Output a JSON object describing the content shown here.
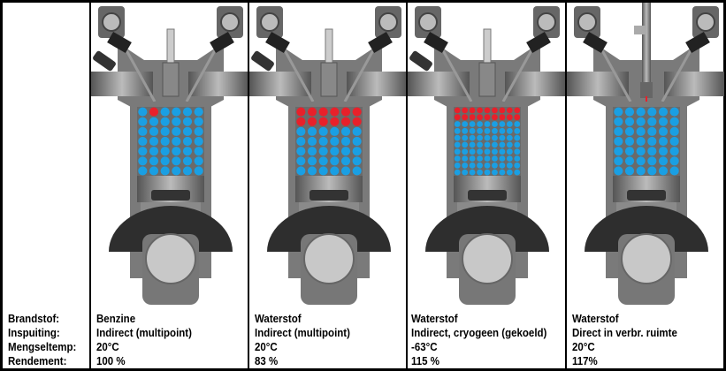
{
  "labels": [
    "Brandstof:",
    "Inspuiting:",
    "Mengseltemp:",
    "Rendement:"
  ],
  "colors": {
    "air": "#1a9fe3",
    "fuel": "#e8202a",
    "metal": "#7a7a7a",
    "dark": "#2e2e2e"
  },
  "columns": [
    {
      "brandstof": "Benzine",
      "inspuiting": "Indirect (multipoint)",
      "mengseltemp": "20°C",
      "rendement": "100 %",
      "grid_cols": 6,
      "grid_rows": 7,
      "fuel_rows": 0,
      "fuel_single": true,
      "side_injector": true,
      "top_injector": false
    },
    {
      "brandstof": "Waterstof",
      "inspuiting": "Indirect (multipoint)",
      "mengseltemp": "20°C",
      "rendement": "83 %",
      "grid_cols": 6,
      "grid_rows": 7,
      "fuel_rows": 2,
      "fuel_single": false,
      "side_injector": true,
      "top_injector": false
    },
    {
      "brandstof": "Waterstof",
      "inspuiting": "Indirect, cryogeen (gekoeld)",
      "mengseltemp": "-63°C",
      "rendement": "115 %",
      "grid_cols": 9,
      "grid_rows": 10,
      "fuel_rows": 2,
      "fuel_single": false,
      "side_injector": true,
      "top_injector": false
    },
    {
      "brandstof": "Waterstof",
      "inspuiting": "Direct in verbr. ruimte",
      "mengseltemp": "20°C",
      "rendement": "117%",
      "grid_cols": 6,
      "grid_rows": 7,
      "fuel_rows": 0,
      "fuel_single": false,
      "side_injector": false,
      "top_injector": true
    }
  ]
}
